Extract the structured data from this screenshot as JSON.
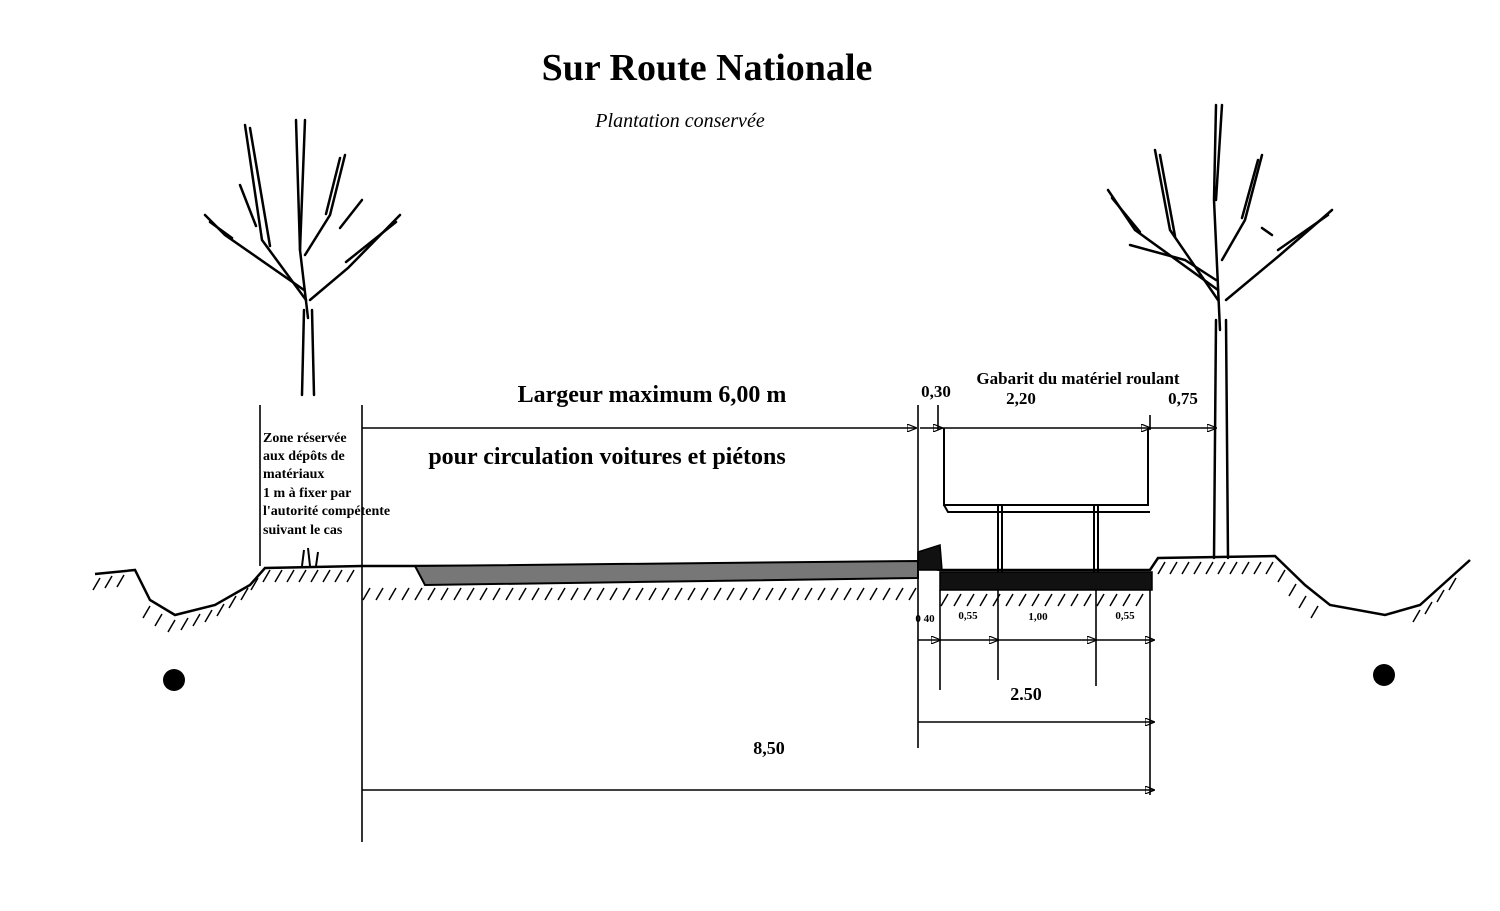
{
  "title": "Sur Route Nationale",
  "subtitle": "Plantation conservée",
  "labels": {
    "largeur_max": "Largeur maximum 6,00 m",
    "circulation": "pour circulation voitures et piétons",
    "zone_lines": [
      "Zone réservée",
      "aux dépôts de",
      "matériaux",
      "1 m à fixer par",
      "l'autorité compétente",
      "suivant le cas"
    ],
    "gabarit": "Gabarit du matériel roulant"
  },
  "dimensions": {
    "d_030": "0,30",
    "d_220": "2,20",
    "d_075": "0,75",
    "d_040": "0 40",
    "d_055_left": "0,55",
    "d_100": "1,00",
    "d_055_right": "0,55",
    "d_250": "2.50",
    "d_850": "8,50"
  },
  "colors": {
    "road": "#777777",
    "track": "#111111",
    "ink": "#000000"
  }
}
